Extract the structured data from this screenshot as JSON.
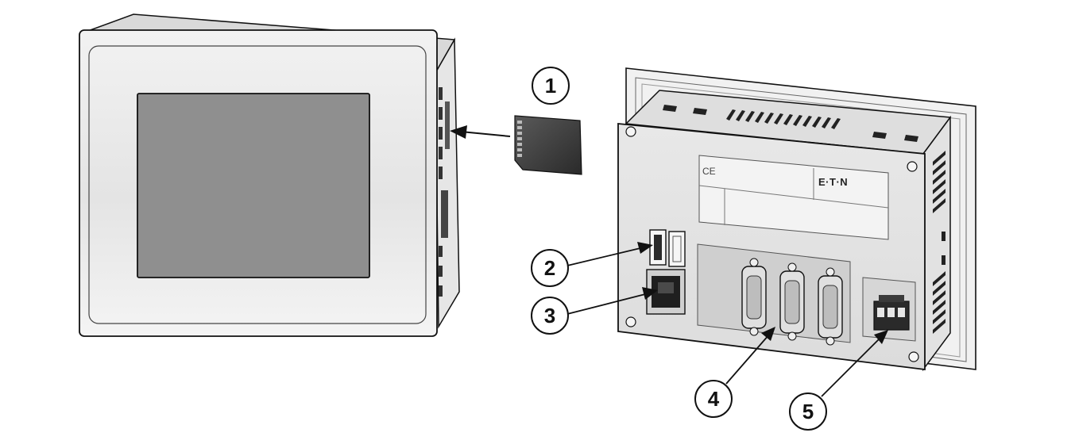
{
  "callouts": [
    {
      "id": "1",
      "label": "1"
    },
    {
      "id": "2",
      "label": "2"
    },
    {
      "id": "3",
      "label": "3"
    },
    {
      "id": "4",
      "label": "4"
    },
    {
      "id": "5",
      "label": "5"
    }
  ],
  "rear_panel": {
    "ce_mark": "CE",
    "brand": "E·T·N"
  },
  "colors": {
    "outline": "#111111",
    "housing": "#e9e9e9",
    "bezel": "#f0f0f0",
    "screen": "#8f8f8f",
    "dark": "#333333"
  }
}
